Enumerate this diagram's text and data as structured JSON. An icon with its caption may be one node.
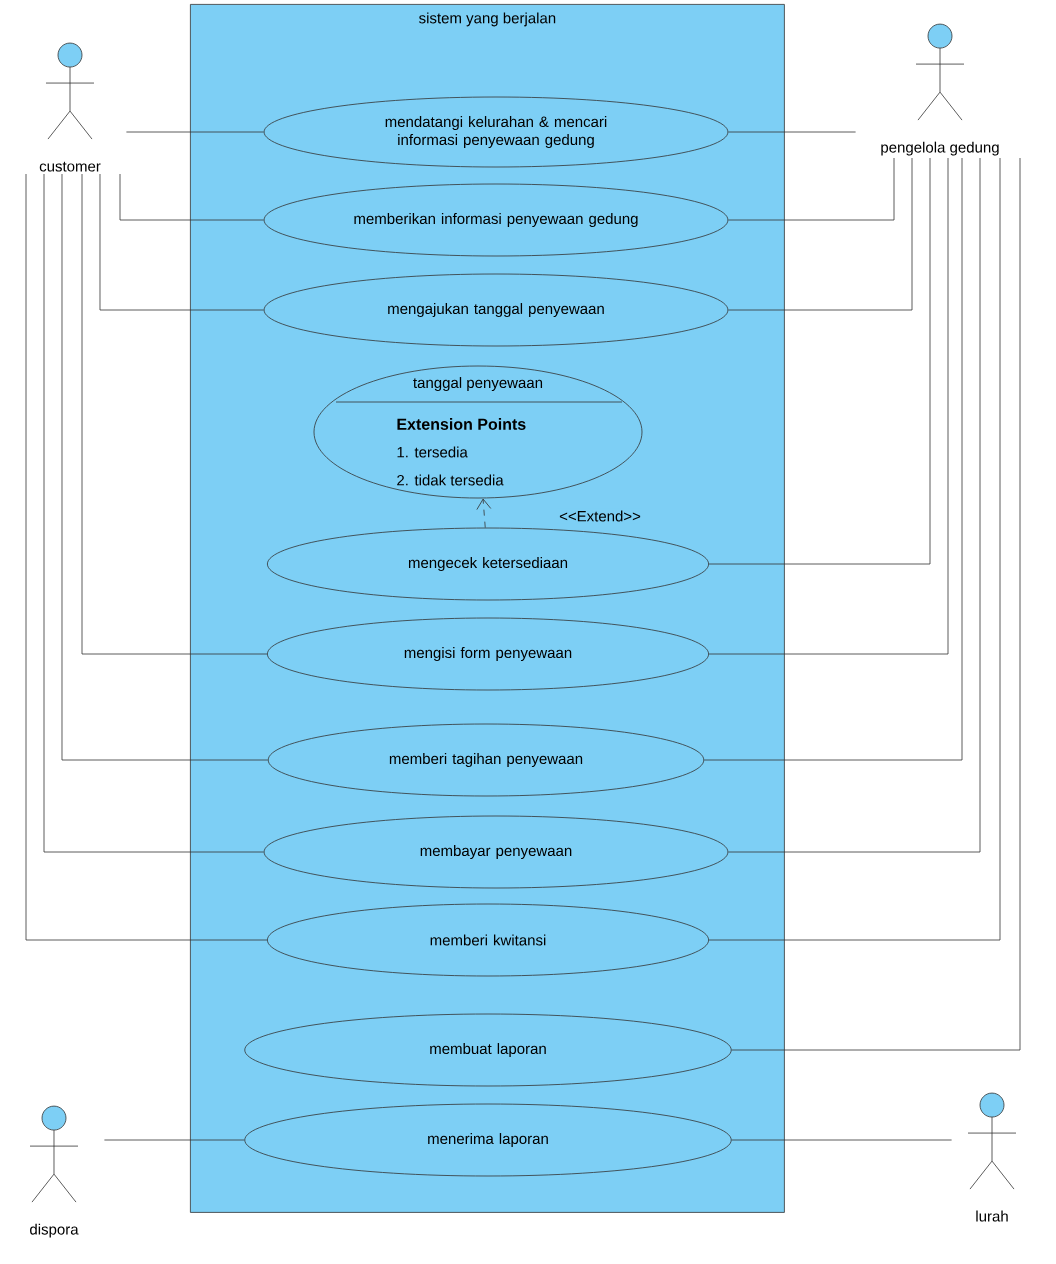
{
  "diagram": {
    "nodes": [
      {
        "text": [
          "sistem yang berjalan"
        ]
      },
      {
        "text": [
          "customer"
        ]
      },
      {
        "text": [
          "pengelola gedung"
        ]
      },
      {
        "text": [
          "mendatangi kelurahan & mencari informasi penyewaan gedung"
        ],
        "in": 0
      },
      {
        "text": [
          "memberikan informasi penyewaan gedung"
        ],
        "in": 0
      },
      {
        "text": [
          "mengajukan tanggal penyewaan"
        ],
        "in": 0
      },
      {
        "text": [
          "tanggal penyewaan",
          "Extension Points",
          "1. tersedia",
          "2. tidak tersedia"
        ],
        "in": 0
      },
      {
        "text": [
          "mengecek ketersediaan"
        ],
        "in": 0
      },
      {
        "text": [
          "mengisi form penyewaan"
        ],
        "in": 0
      },
      {
        "text": [
          "memberi tagihan penyewaan"
        ],
        "in": 0
      },
      {
        "text": [
          "membayar penyewaan"
        ],
        "in": 0
      },
      {
        "text": [
          "memberi kwitansi"
        ],
        "in": 0
      },
      {
        "text": [
          "membuat laporan"
        ],
        "in": 0
      },
      {
        "text": [
          "dispora"
        ]
      },
      {
        "text": [
          "menerima laporan"
        ],
        "in": 0
      },
      {
        "text": [
          "lurah"
        ]
      }
    ],
    "edges": [
      {
        "from": 1,
        "to": 3,
        "arrow": "none"
      },
      {
        "from": 1,
        "to": 4,
        "arrow": "none"
      },
      {
        "from": 1,
        "to": 5,
        "arrow": "none"
      },
      {
        "from": 1,
        "to": 8,
        "arrow": "none"
      },
      {
        "from": 1,
        "to": 9,
        "arrow": "none"
      },
      {
        "from": 1,
        "to": 10,
        "arrow": "none"
      },
      {
        "from": 1,
        "to": 11,
        "arrow": "none"
      },
      {
        "from": 2,
        "to": 3,
        "arrow": "none"
      },
      {
        "from": 2,
        "to": 4,
        "arrow": "none"
      },
      {
        "from": 2,
        "to": 5,
        "arrow": "none"
      },
      {
        "from": 2,
        "to": 7,
        "arrow": "none"
      },
      {
        "from": 2,
        "to": 8,
        "arrow": "none"
      },
      {
        "from": 2,
        "to": 9,
        "arrow": "none"
      },
      {
        "from": 2,
        "to": 10,
        "arrow": "none"
      },
      {
        "from": 2,
        "to": 11,
        "arrow": "none"
      },
      {
        "from": 2,
        "to": 12,
        "arrow": "none"
      },
      {
        "from": 7,
        "to": 6,
        "arrow": "to",
        "style": "dashed",
        "label": "<<Extend>>"
      },
      {
        "from": 13,
        "to": 14,
        "arrow": "none"
      },
      {
        "from": 15,
        "to": 14,
        "arrow": "none"
      }
    ]
  }
}
